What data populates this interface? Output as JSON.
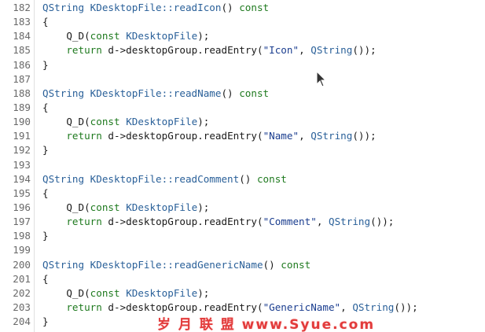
{
  "colors": {
    "type": "#2a6099",
    "keyword": "#1f7a1f",
    "string": "#1a3d8f",
    "plain": "#1a1a1a",
    "line_number": "#6a6a6a",
    "watermark": "#e23b3b"
  },
  "lines": [
    {
      "num": "182",
      "tokens": [
        [
          "type",
          "QString KDesktopFile::readIcon"
        ],
        [
          "plain",
          "() "
        ],
        [
          "kw",
          "const"
        ]
      ]
    },
    {
      "num": "183",
      "tokens": [
        [
          "plain",
          "{"
        ]
      ]
    },
    {
      "num": "184",
      "tokens": [
        [
          "plain",
          "    Q_D("
        ],
        [
          "kw",
          "const"
        ],
        [
          "plain",
          " "
        ],
        [
          "type",
          "KDesktopFile"
        ],
        [
          "plain",
          ");"
        ]
      ]
    },
    {
      "num": "185",
      "tokens": [
        [
          "plain",
          "    "
        ],
        [
          "kw",
          "return"
        ],
        [
          "plain",
          " d->desktopGroup.readEntry("
        ],
        [
          "str",
          "\"Icon\""
        ],
        [
          "plain",
          ", "
        ],
        [
          "type",
          "QString"
        ],
        [
          "plain",
          "());"
        ]
      ]
    },
    {
      "num": "186",
      "tokens": [
        [
          "plain",
          "}"
        ]
      ]
    },
    {
      "num": "187",
      "tokens": []
    },
    {
      "num": "188",
      "tokens": [
        [
          "type",
          "QString KDesktopFile::readName"
        ],
        [
          "plain",
          "() "
        ],
        [
          "kw",
          "const"
        ]
      ]
    },
    {
      "num": "189",
      "tokens": [
        [
          "plain",
          "{"
        ]
      ]
    },
    {
      "num": "190",
      "tokens": [
        [
          "plain",
          "    Q_D("
        ],
        [
          "kw",
          "const"
        ],
        [
          "plain",
          " "
        ],
        [
          "type",
          "KDesktopFile"
        ],
        [
          "plain",
          ");"
        ]
      ]
    },
    {
      "num": "191",
      "tokens": [
        [
          "plain",
          "    "
        ],
        [
          "kw",
          "return"
        ],
        [
          "plain",
          " d->desktopGroup.readEntry("
        ],
        [
          "str",
          "\"Name\""
        ],
        [
          "plain",
          ", "
        ],
        [
          "type",
          "QString"
        ],
        [
          "plain",
          "());"
        ]
      ]
    },
    {
      "num": "192",
      "tokens": [
        [
          "plain",
          "}"
        ]
      ]
    },
    {
      "num": "193",
      "tokens": []
    },
    {
      "num": "194",
      "tokens": [
        [
          "type",
          "QString KDesktopFile::readComment"
        ],
        [
          "plain",
          "() "
        ],
        [
          "kw",
          "const"
        ]
      ]
    },
    {
      "num": "195",
      "tokens": [
        [
          "plain",
          "{"
        ]
      ]
    },
    {
      "num": "196",
      "tokens": [
        [
          "plain",
          "    Q_D("
        ],
        [
          "kw",
          "const"
        ],
        [
          "plain",
          " "
        ],
        [
          "type",
          "KDesktopFile"
        ],
        [
          "plain",
          ");"
        ]
      ]
    },
    {
      "num": "197",
      "tokens": [
        [
          "plain",
          "    "
        ],
        [
          "kw",
          "return"
        ],
        [
          "plain",
          " d->desktopGroup.readEntry("
        ],
        [
          "str",
          "\"Comment\""
        ],
        [
          "plain",
          ", "
        ],
        [
          "type",
          "QString"
        ],
        [
          "plain",
          "());"
        ]
      ]
    },
    {
      "num": "198",
      "tokens": [
        [
          "plain",
          "}"
        ]
      ]
    },
    {
      "num": "199",
      "tokens": []
    },
    {
      "num": "200",
      "tokens": [
        [
          "type",
          "QString KDesktopFile::readGenericName"
        ],
        [
          "plain",
          "() "
        ],
        [
          "kw",
          "const"
        ]
      ]
    },
    {
      "num": "201",
      "tokens": [
        [
          "plain",
          "{"
        ]
      ]
    },
    {
      "num": "202",
      "tokens": [
        [
          "plain",
          "    Q_D("
        ],
        [
          "kw",
          "const"
        ],
        [
          "plain",
          " "
        ],
        [
          "type",
          "KDesktopFile"
        ],
        [
          "plain",
          ");"
        ]
      ]
    },
    {
      "num": "203",
      "tokens": [
        [
          "plain",
          "    "
        ],
        [
          "kw",
          "return"
        ],
        [
          "plain",
          " d->desktopGroup.readEntry("
        ],
        [
          "str",
          "\"GenericName\""
        ],
        [
          "plain",
          ", "
        ],
        [
          "type",
          "QString"
        ],
        [
          "plain",
          "());"
        ]
      ]
    },
    {
      "num": "204",
      "tokens": [
        [
          "plain",
          "}"
        ]
      ]
    }
  ],
  "cursor_icon": "mouse-pointer-icon",
  "watermark_text": "岁 月 联 盟  www.Syue.com"
}
